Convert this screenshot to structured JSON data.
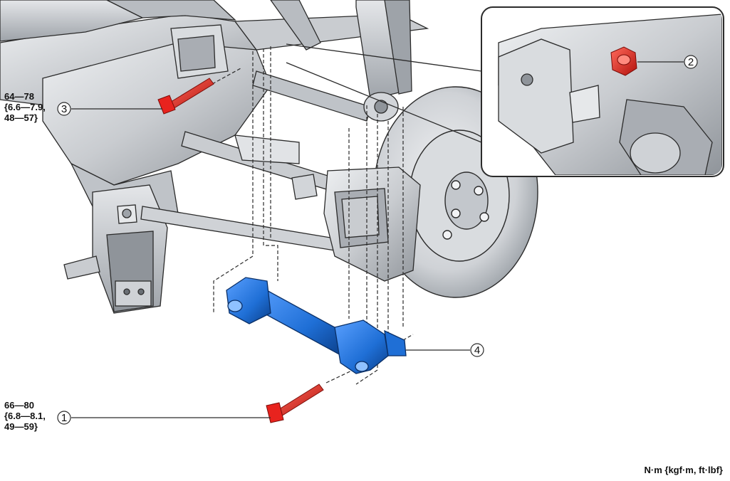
{
  "callouts": [
    {
      "id": "1",
      "label": "1"
    },
    {
      "id": "2",
      "label": "2"
    },
    {
      "id": "3",
      "label": "3"
    },
    {
      "id": "4",
      "label": "4"
    }
  ],
  "torque_specs": {
    "bolt_3": {
      "line1": "64—78",
      "line2": "{6.6—7.9,",
      "line3": "48—57}"
    },
    "bolt_1": {
      "line1": "66—80",
      "line2": "{6.8—8.1,",
      "line3": "49—59}"
    }
  },
  "units_label": "N·m {kgf·m, ft·lbf}",
  "colors": {
    "highlight_bolt": "#e8231e",
    "highlight_link": "#1f6fd6",
    "structure_fill": "#d2d5d9",
    "structure_shade": "#a9adb3",
    "outline": "#2b2b2b"
  },
  "icons": [
    "bolt-icon",
    "nut-icon",
    "lateral-link-icon",
    "brake-disc-icon"
  ]
}
